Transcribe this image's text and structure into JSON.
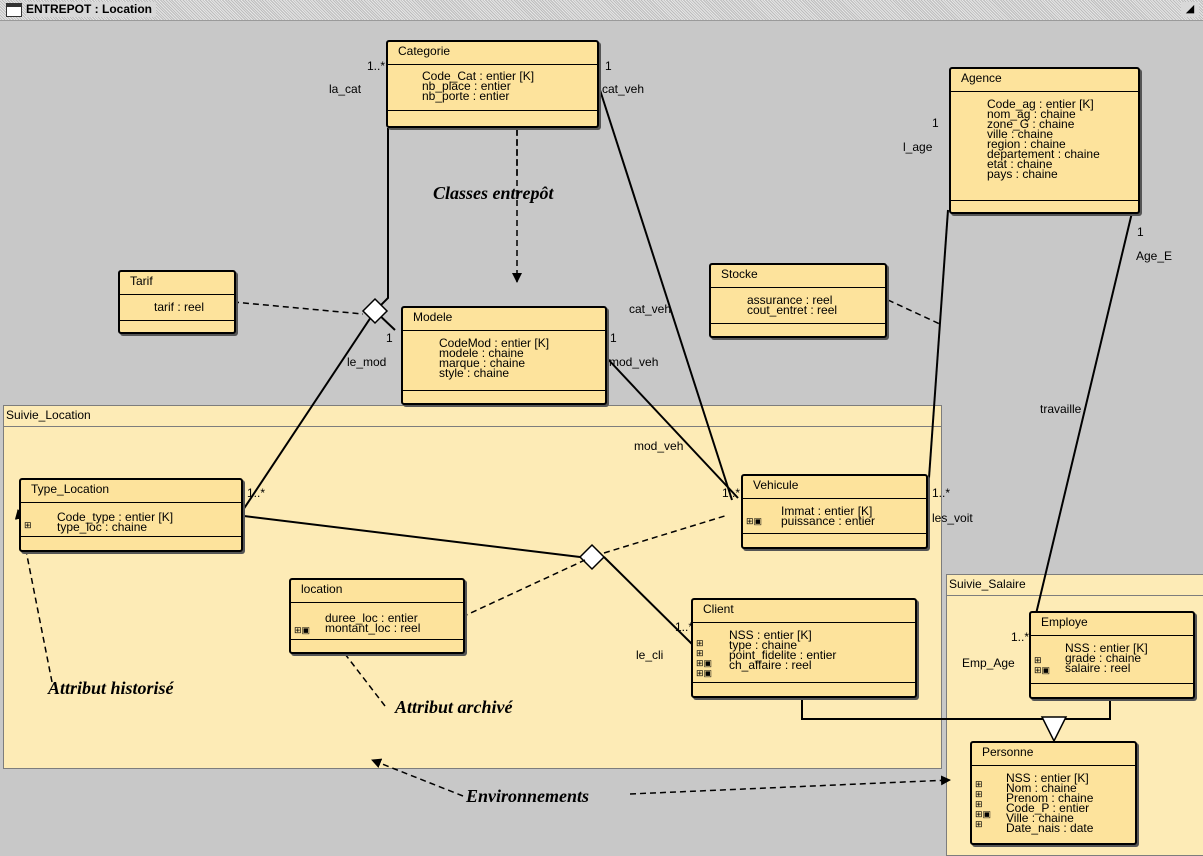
{
  "window": {
    "title": "ENTREPOT : Location",
    "restore_icon": "restore-icon"
  },
  "packages": {
    "suivie_location": "Suivie_Location",
    "suivie_salaire": "Suivie_Salaire"
  },
  "classes": {
    "categorie": {
      "name": "Categorie",
      "attributes": [
        "Code_Cat : entier  [K]",
        "nb_place : entier",
        "nb_porte : entier"
      ]
    },
    "agence": {
      "name": "Agence",
      "attributes": [
        "Code_ag : entier  [K]",
        "nom_ag : chaine",
        "zone_G : chaine",
        "ville : chaine",
        "region : chaine",
        "departement : chaine",
        "etat : chaine",
        "pays : chaine"
      ]
    },
    "tarif": {
      "name": "Tarif",
      "attributes": [
        "tarif : reel"
      ]
    },
    "stocke": {
      "name": "Stocke",
      "attributes": [
        "assurance : reel",
        "cout_entret : reel"
      ]
    },
    "modele": {
      "name": "Modele",
      "attributes": [
        "CodeMod : entier  [K]",
        "modele : chaine",
        "marque : chaine",
        "style : chaine"
      ]
    },
    "type_location": {
      "name": "Type_Location",
      "attributes": [
        "Code_type : entier  [K]",
        "type_loc : chaine"
      ]
    },
    "vehicule": {
      "name": "Vehicule",
      "attributes": [
        "Immat : entier  [K]",
        "puissance : entier"
      ]
    },
    "location": {
      "name": "location",
      "attributes": [
        "duree_loc : entier",
        "montant_loc : reel"
      ]
    },
    "client": {
      "name": "Client",
      "attributes": [
        "NSS : entier  [K]",
        "type : chaine",
        "point_fidelite : entier",
        "ch_affaire : reel"
      ]
    },
    "employe": {
      "name": "Employe",
      "attributes": [
        "NSS : entier  [K]",
        "grade : chaine",
        "salaire : reel"
      ]
    },
    "personne": {
      "name": "Personne",
      "attributes": [
        "NSS : entier  [K]",
        "Nom : chaine",
        "Prenom : chaine",
        "Code_P : entier",
        "Ville : chaine",
        "Date_nais : date"
      ]
    }
  },
  "role_labels": {
    "la_cat": "la_cat",
    "cat_veh_top": "cat_veh",
    "cat_veh_mid": "cat_veh",
    "l_age": "l_age",
    "age_e": "Age_E",
    "le_mod": "le_mod",
    "mod_veh_right": "mod_veh",
    "mod_veh_lower": "mod_veh",
    "travaille": "travaille",
    "les_voit": "les_voit",
    "le_cli": "le_cli",
    "emp_age": "Emp_Age"
  },
  "multiplicities": {
    "categorie_left": "1..*",
    "categorie_right": "1",
    "agence": "1",
    "agence_lower": "1",
    "modele_left": "1",
    "modele_right": "1",
    "type_location": "1..*",
    "vehicule_left": "1..*",
    "vehicule_right": "1..*",
    "client": "1..*",
    "employe": "1..*"
  },
  "annotations": {
    "classes_entrepot": "Classes entrepôt",
    "attribut_historise": "Attribut historisé",
    "attribut_archive": "Attribut archivé",
    "environnements": "Environnements"
  }
}
